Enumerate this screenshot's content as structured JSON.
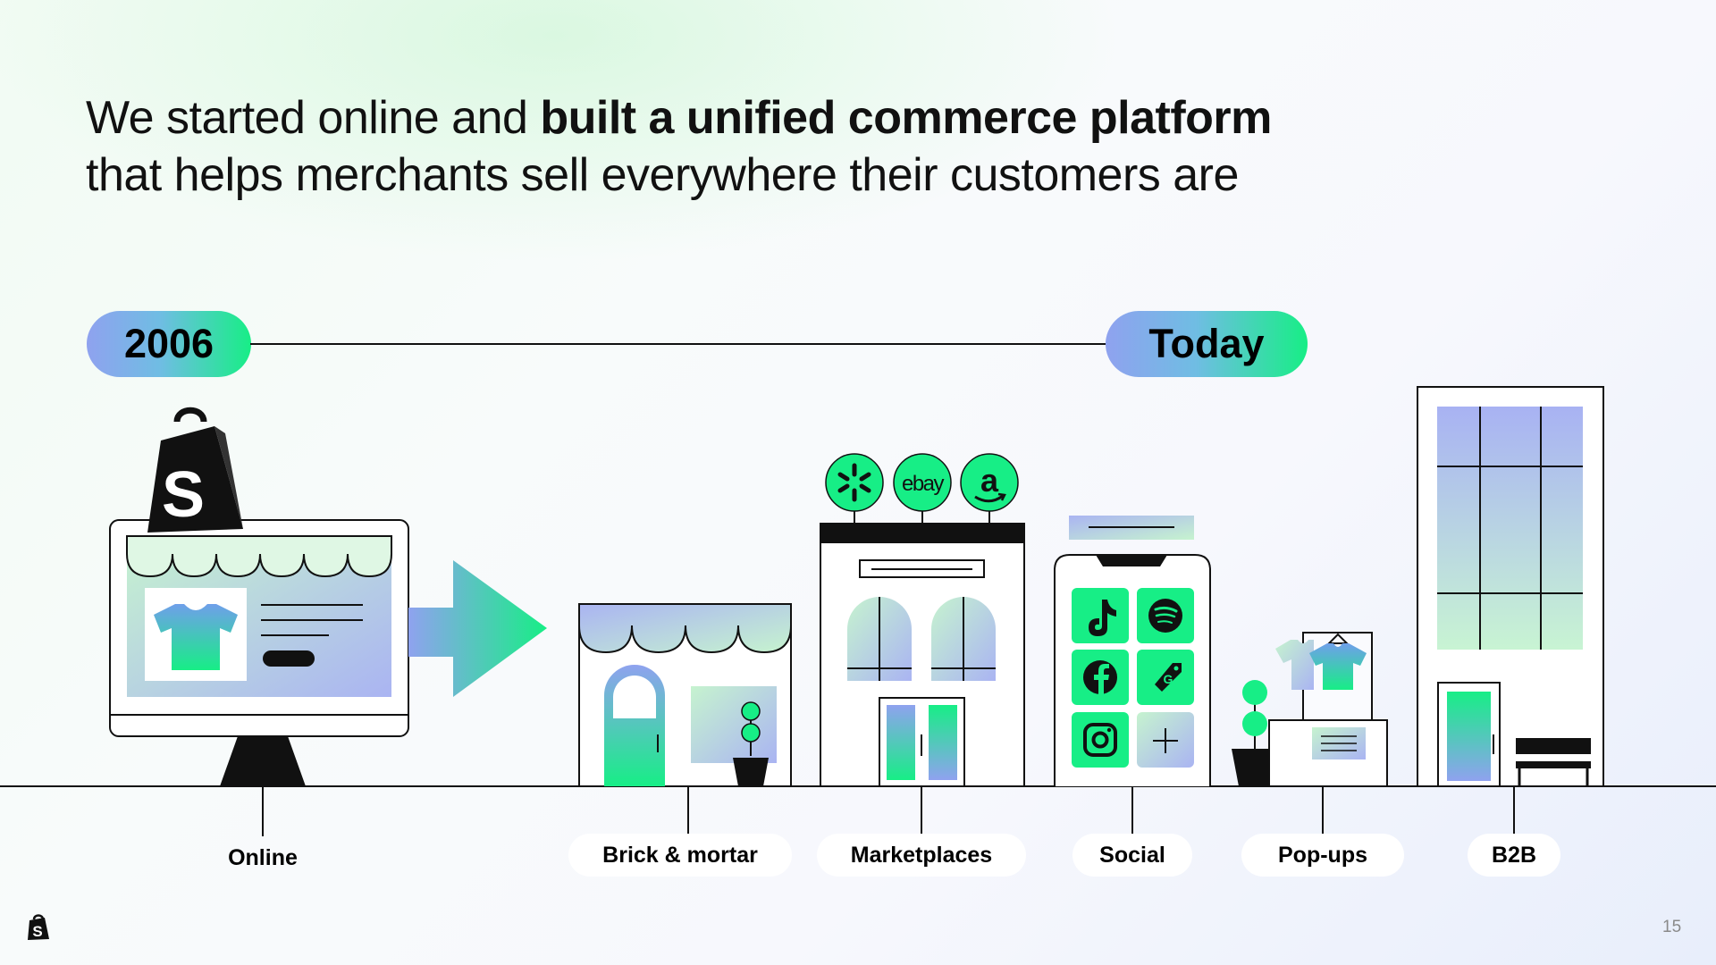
{
  "headline": {
    "part1": "We started online and ",
    "bold": "built a unified commerce platform",
    "line2": "that helps merchants sell everywhere their customers are"
  },
  "timeline": {
    "start": "2006",
    "end": "Today"
  },
  "channels": [
    {
      "id": "online",
      "label": "Online"
    },
    {
      "id": "brick",
      "label": "Brick & mortar"
    },
    {
      "id": "marketplaces",
      "label": "Marketplaces"
    },
    {
      "id": "social",
      "label": "Social"
    },
    {
      "id": "popups",
      "label": "Pop-ups"
    },
    {
      "id": "b2b",
      "label": "B2B"
    }
  ],
  "marketplace_logos": [
    "walmart-icon",
    "ebay-icon",
    "amazon-icon"
  ],
  "marketplace_text": {
    "ebay": "ebay",
    "amazon": "a"
  },
  "social_apps": [
    "tiktok-icon",
    "spotify-icon",
    "facebook-icon",
    "google-shopping-icon",
    "instagram-icon",
    "plus-icon"
  ],
  "brand": {
    "logo_letter": "S"
  },
  "page_number": "15",
  "colors": {
    "green": "#17ee86",
    "periwinkle": "#8fa2ef",
    "ink": "#111111"
  }
}
